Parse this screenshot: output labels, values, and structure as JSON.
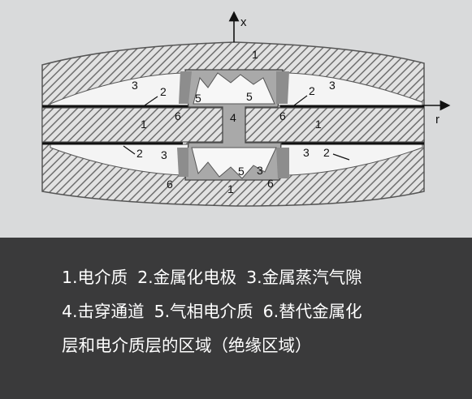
{
  "diagram": {
    "axis_x_label": "x",
    "axis_r_label": "r",
    "labels": {
      "dielectric_top": "1",
      "dielectric_left": "1",
      "dielectric_right": "1",
      "dielectric_bottom": "1",
      "electrode_top_left": "2",
      "electrode_top_right": "2",
      "electrode_bottom_left": "2",
      "electrode_bottom_right": "2",
      "vapor_top_left": "3",
      "vapor_top_right": "3",
      "vapor_bottom_left": "3",
      "vapor_bottom_right": "3",
      "vapor_bottom_center": "3",
      "channel": "4",
      "gas_top_left": "5",
      "gas_top_right": "5",
      "gas_bottom": "5",
      "replace_top_left": "6",
      "replace_top_right": "6",
      "replace_bottom_left": "6",
      "replace_bottom_right": "6"
    },
    "colors": {
      "dielectric_hatch": "#7c7c7c",
      "background": "#d9dadb",
      "vapor_gap": "#f4f4f4",
      "channel": "#bdbdbd",
      "dark_region": "#8d8d8d"
    }
  },
  "caption": {
    "line1": [
      "1.电介质",
      "2.金属化电极",
      "3.金属蒸汽气隙"
    ],
    "line2": [
      "4.击穿通道",
      "5.气相电介质",
      "6.替代金属化"
    ],
    "line3": [
      "层和电介质层的区域（绝缘区域）"
    ]
  }
}
